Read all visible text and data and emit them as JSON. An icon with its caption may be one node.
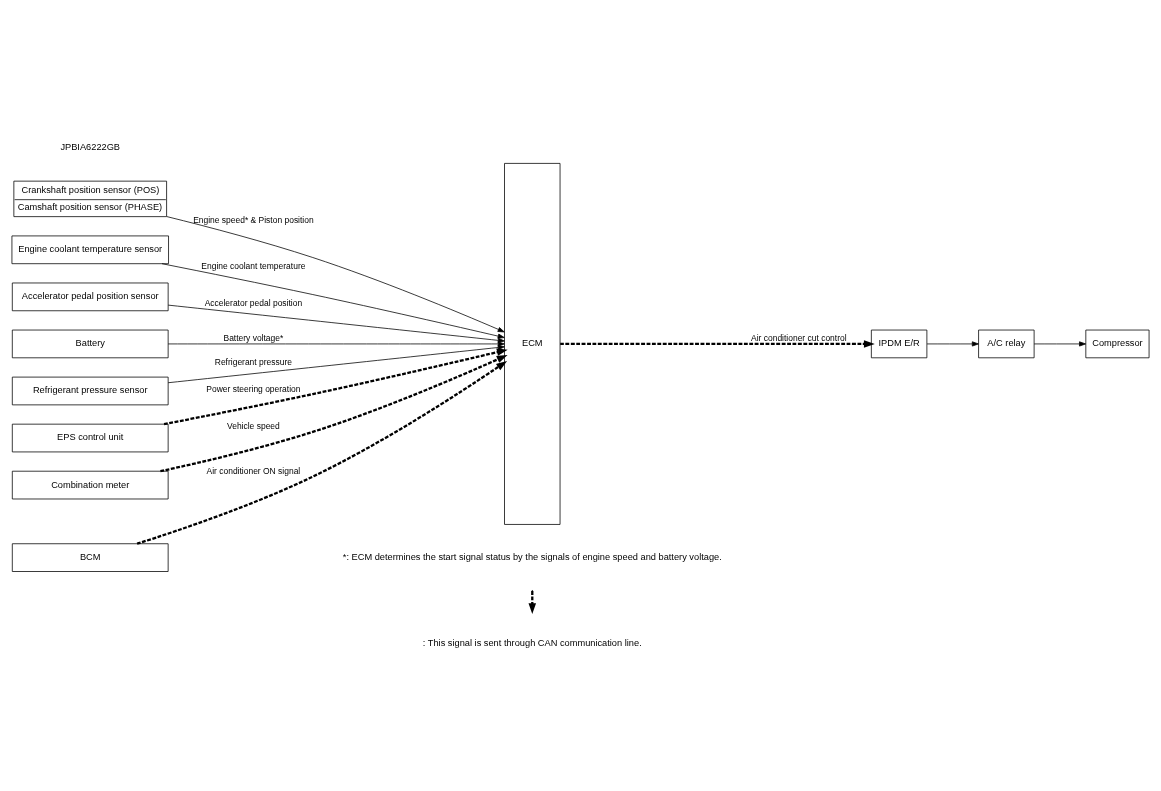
{
  "diagram": {
    "nodes": [
      {
        "text": [
          "Crankshaft position sensor (POS)",
          "Camshaft position sensor (PHASE)"
        ]
      },
      {
        "text": [
          "Engine coolant temperature sensor"
        ]
      },
      {
        "text": [
          "Accelerator pedal position sensor"
        ]
      },
      {
        "text": [
          "Battery"
        ]
      },
      {
        "text": [
          "Refrigerant pressure sensor"
        ]
      },
      {
        "text": [
          "EPS control unit"
        ]
      },
      {
        "text": [
          "Combination meter"
        ]
      },
      {
        "text": [
          "BCM"
        ]
      },
      {
        "text": [
          "ECM"
        ]
      },
      {
        "text": [
          "IPDM E/R"
        ]
      },
      {
        "text": [
          "A/C relay"
        ]
      },
      {
        "text": [
          "Compressor"
        ]
      }
    ],
    "edges": [
      {
        "from": 0,
        "to": 8,
        "arrow": "to",
        "label": "Engine speed* & Piston position"
      },
      {
        "from": 1,
        "to": 8,
        "arrow": "to",
        "label": "Engine coolant temperature"
      },
      {
        "from": 2,
        "to": 8,
        "arrow": "to",
        "label": "Accelerator pedal position"
      },
      {
        "from": 3,
        "to": 8,
        "arrow": "to",
        "label": "Battery voltage*"
      },
      {
        "from": 4,
        "to": 8,
        "arrow": "to",
        "label": "Refrigerant pressure"
      },
      {
        "from": 5,
        "to": 8,
        "arrow": "to",
        "label": "Power steering operation",
        "style": "dashed"
      },
      {
        "from": 6,
        "to": 8,
        "arrow": "to",
        "label": "Vehicle speed",
        "style": "dashed"
      },
      {
        "from": 7,
        "to": 8,
        "arrow": "to",
        "label": "Air conditioner ON signal",
        "style": "dashed"
      },
      {
        "from": 8,
        "to": 9,
        "arrow": "to",
        "label": "Air conditioner cut control",
        "style": "dashed"
      },
      {
        "from": 9,
        "to": 10,
        "arrow": "to"
      },
      {
        "from": 10,
        "to": 11,
        "arrow": "to"
      }
    ],
    "labels": [
      "*: ECM determines the start signal status by the signals of engine speed and battery voltage.",
      "JPBIA6222GB"
    ],
    "legend": [
      {
        "text": ": This signal is sent through CAN communication line."
      }
    ]
  }
}
